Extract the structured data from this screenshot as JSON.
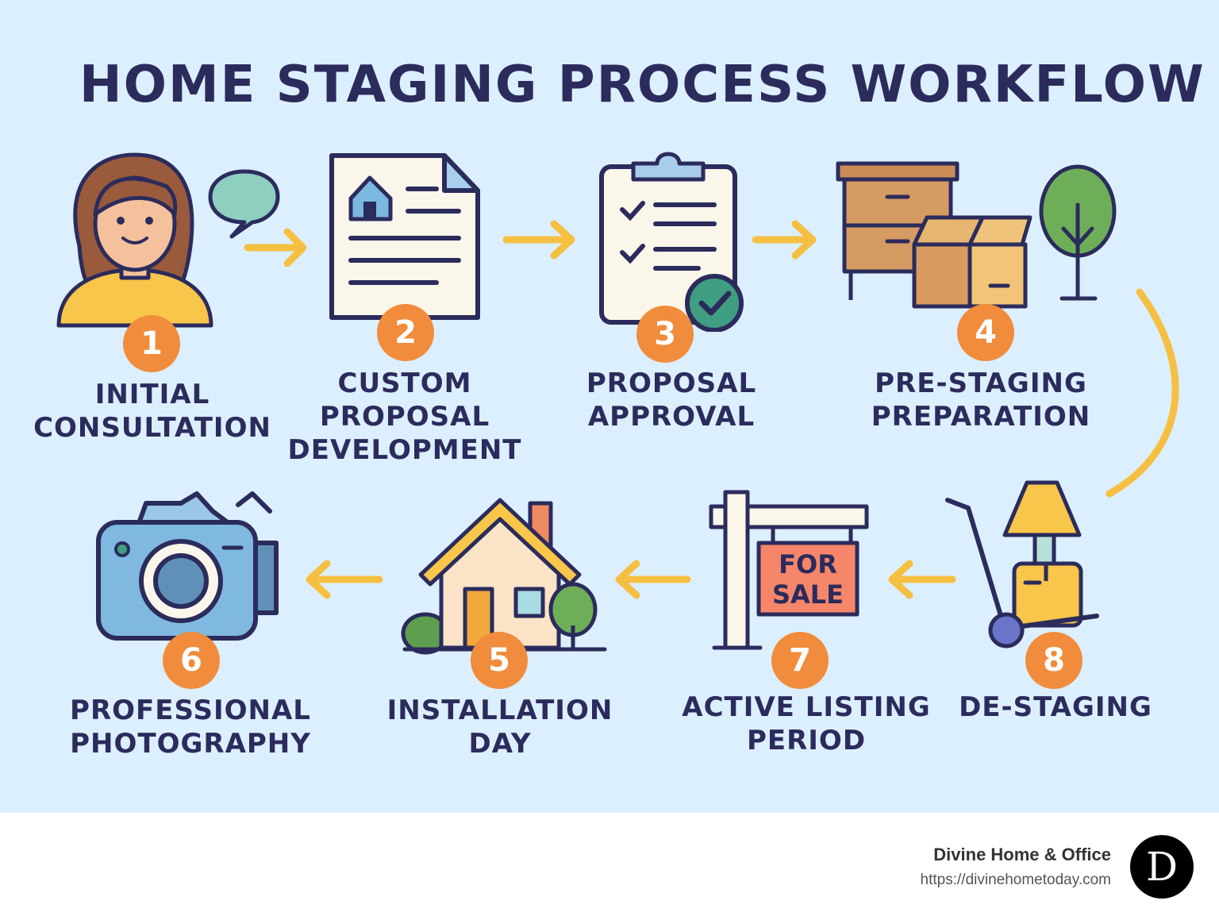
{
  "title": "HOME STAGING PROCESS WORKFLOW",
  "colors": {
    "background": "#dcefff",
    "title_text": "#2b2b5c",
    "badge": "#f08c3c",
    "arrow": "#f5c042",
    "outline": "#2b2b5c"
  },
  "steps": [
    {
      "number": "1",
      "lines": [
        "INITIAL",
        "CONSULTATION"
      ],
      "icon": "person-speech-bubble-icon"
    },
    {
      "number": "2",
      "lines": [
        "CUSTOM",
        "PROPOSAL",
        "DEVELOPMENT"
      ],
      "icon": "document-house-icon"
    },
    {
      "number": "3",
      "lines": [
        "PROPOSAL",
        "APPROVAL"
      ],
      "icon": "clipboard-checklist-icon"
    },
    {
      "number": "4",
      "lines": [
        "PRE-STAGING",
        "PREPARATION"
      ],
      "icon": "furniture-boxes-tree-icon"
    },
    {
      "number": "5",
      "lines": [
        "INSTALLATION",
        "DAY"
      ],
      "icon": "house-icon"
    },
    {
      "number": "6",
      "lines": [
        "PROFESSIONAL",
        "PHOTOGRAPHY"
      ],
      "icon": "camera-icon"
    },
    {
      "number": "7",
      "lines": [
        "ACTIVE LISTING",
        "PERIOD"
      ],
      "icon": "for-sale-sign-icon"
    },
    {
      "number": "8",
      "lines": [
        "DE-STAGING"
      ],
      "icon": "hand-truck-lamp-icon"
    }
  ],
  "sign_text": [
    "FOR",
    "SALE"
  ],
  "footer": {
    "brand": "Divine Home & Office",
    "url": "https://divinehometoday.com",
    "logo_letter": "D"
  }
}
